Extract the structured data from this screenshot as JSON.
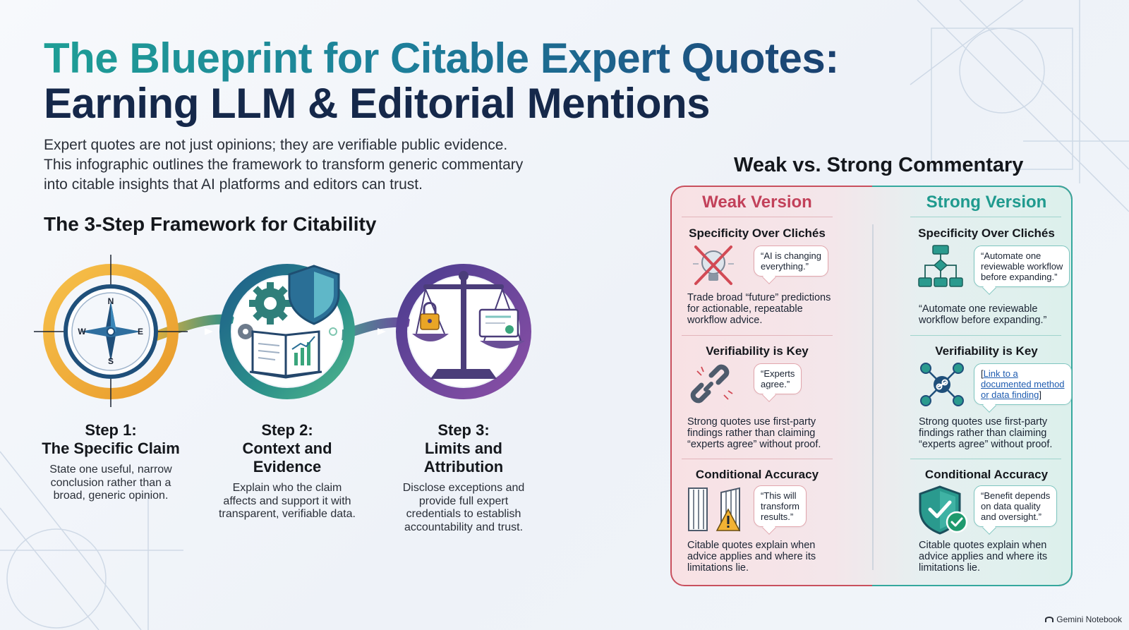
{
  "header": {
    "title_line1": "The Blueprint for Citable Expert Quotes:",
    "title_line2": "Earning LLM & Editorial Mentions",
    "intro": [
      "Expert quotes are not just opinions; they are verifiable public evidence.",
      "This infographic outlines the framework to transform generic commentary",
      "into citable insights that AI platforms and editors can trust."
    ]
  },
  "framework": {
    "heading": "The 3-Step Framework for Citability",
    "compass_labels": {
      "n": "N",
      "e": "E",
      "s": "S",
      "w": "W"
    },
    "steps": [
      {
        "title_lines": [
          "Step 1:",
          "The Specific Claim"
        ],
        "desc_lines": [
          "State one useful, narrow",
          "conclusion rather than a",
          "broad, generic opinion."
        ],
        "icon": "compass-icon",
        "color": "#f2b233"
      },
      {
        "title_lines": [
          "Step 2:",
          "Context and",
          "Evidence"
        ],
        "desc_lines": [
          "Explain who the claim",
          "affects and support it with",
          "transparent, verifiable data."
        ],
        "icon": "book-gear-shield-icon",
        "color": "#2a8f8a"
      },
      {
        "title_lines": [
          "Step 3:",
          "Limits and",
          "Attribution"
        ],
        "desc_lines": [
          "Disclose exceptions and",
          "provide full expert",
          "credentials to establish",
          "accountability and trust."
        ],
        "icon": "scales-icon",
        "color": "#7a4a9a"
      }
    ]
  },
  "comparison": {
    "heading": "Weak vs. Strong Commentary",
    "weak": {
      "title": "Weak Version",
      "color": "#c2415a",
      "sections": [
        {
          "title": "Specificity Over Clichés",
          "icon": "crossed-lightbulb-icon",
          "quote_lines": [
            "“AI is changing",
            "everything.”"
          ],
          "body_lines": [
            "Trade broad “future” predictions",
            "for actionable, repeatable",
            "workflow advice."
          ]
        },
        {
          "title": "Verifiability is Key",
          "icon": "broken-link-icon",
          "quote_lines": [
            "“Experts",
            "agree.”"
          ],
          "body_lines": [
            "Strong quotes use first-party",
            "findings rather than claiming",
            "“experts agree” without proof."
          ]
        },
        {
          "title": "Conditional Accuracy",
          "icon": "open-gate-warning-icon",
          "quote_lines": [
            "“This will",
            "transform",
            "results.”"
          ],
          "body_lines": [
            "Citable quotes explain when",
            "advice applies and where its",
            "limitations lie."
          ]
        }
      ]
    },
    "strong": {
      "title": "Strong Version",
      "color": "#1f9a8e",
      "sections": [
        {
          "title": "Specificity Over Clichés",
          "icon": "workflow-diagram-icon",
          "quote_lines": [
            "“Automate one",
            "reviewable workflow",
            "before expanding.”"
          ],
          "body_lines": [
            "“Automate one reviewable",
            "workflow before expanding.”"
          ]
        },
        {
          "title": "Verifiability is Key",
          "icon": "connected-link-network-icon",
          "quote_lines": [
            "[",
            "Link to a",
            "documented method",
            "or data finding",
            "]"
          ],
          "body_lines": [
            "Strong quotes use first-party",
            "findings rather than claiming",
            "“experts agree” without proof."
          ]
        },
        {
          "title": "Conditional Accuracy",
          "icon": "shield-check-icon",
          "quote_lines": [
            "“Benefit depends",
            "on data quality",
            "and oversight.”"
          ],
          "body_lines": [
            "Citable quotes explain when",
            "advice applies and where its",
            "limitations lie."
          ]
        }
      ]
    }
  },
  "footer": {
    "brand": "Gemini Notebook"
  }
}
